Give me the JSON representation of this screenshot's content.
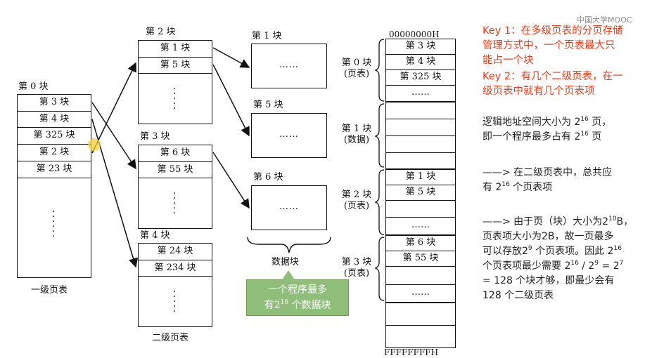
{
  "level1": {
    "title": "第 0 块",
    "rows": [
      "第 3 块",
      "第 4 块",
      "第 325 块",
      "第 2 块",
      "第 23 块"
    ],
    "caption": "一级页表"
  },
  "level2": {
    "caption": "二级页表",
    "tables": [
      {
        "title": "第 2 块",
        "rows": [
          "第 1 块",
          "第 5 块"
        ]
      },
      {
        "title": "第 3 块",
        "rows": [
          "第 6 块",
          "第 55 块"
        ]
      },
      {
        "title": "第 4 块",
        "rows": [
          "第 24 块",
          "第 234 块"
        ]
      }
    ]
  },
  "data_blocks": {
    "titles": [
      "第 1 块",
      "第 5 块",
      "第 6 块"
    ],
    "content": "……",
    "caption": "数据块"
  },
  "callout": {
    "line1": "一个程序最多",
    "line2_pre": "有2",
    "line2_sup": "16",
    "line2_post": " 个数据块"
  },
  "memory": {
    "top_addr": "00000000H",
    "bottom_addr": "FFFFFFFFH",
    "groups": [
      {
        "label1": "第 0 块",
        "label2": "(页表)",
        "rows": [
          "第 3 块",
          "第 4 块",
          "第 325 块",
          "……"
        ]
      },
      {
        "label1": "第 1 块",
        "label2": "(数据)",
        "rows": [
          "",
          "",
          "",
          ""
        ]
      },
      {
        "label1": "第 2 块",
        "label2": "(页表)",
        "rows": [
          "第 1 块",
          "第 5 块",
          "",
          "……"
        ]
      },
      {
        "label1": "第 3 块",
        "label2": "(页表)",
        "rows": [
          "第 6 块",
          "第 55 块",
          "",
          "……"
        ]
      }
    ],
    "extra_rows": [
      "",
      ""
    ]
  },
  "notes": {
    "key1_a": "Key 1：在多级页表的分页存储",
    "key1_b": "管理方式中，一个页表最大只",
    "key1_c": "能占一个块",
    "key2_a": "Key 2：有几个二级页表，在一",
    "key2_b": "级页表中就有几个页表项",
    "p1_a_pre": "逻辑地址空间大小为 2",
    "p1_a_sup": "16",
    "p1_a_post": " 页，",
    "p1_b_pre": "即一个程序最多占有 2",
    "p1_b_sup": "16",
    "p1_b_post": " 页",
    "p2_a": "——> 在二级页表中，总共应",
    "p2_b_pre": "有 2",
    "p2_b_sup": "16",
    "p2_b_post": " 个页表项",
    "p3_a_pre": "——> 由于页（块）大小为2",
    "p3_a_sup": "10",
    "p3_a_post": "B，",
    "p3_b": "页表项大小为2B，故一页最多",
    "p3_c_pre": "可以存放2",
    "p3_c_sup": "9",
    "p3_c_post": " 个页表项。因此 2",
    "p3_c_sup2": "16",
    "p3_d_pre": "个页表项最少需要 2",
    "p3_d_sup": "16",
    "p3_d_mid": " / 2",
    "p3_d_sup2": "9",
    "p3_d_mid2": " = 2",
    "p3_d_sup3": "7",
    "p3_e": "= 128 个块才够，即最少会有",
    "p3_f": "128 个二级页表"
  },
  "watermark": "中国大学MOOC"
}
